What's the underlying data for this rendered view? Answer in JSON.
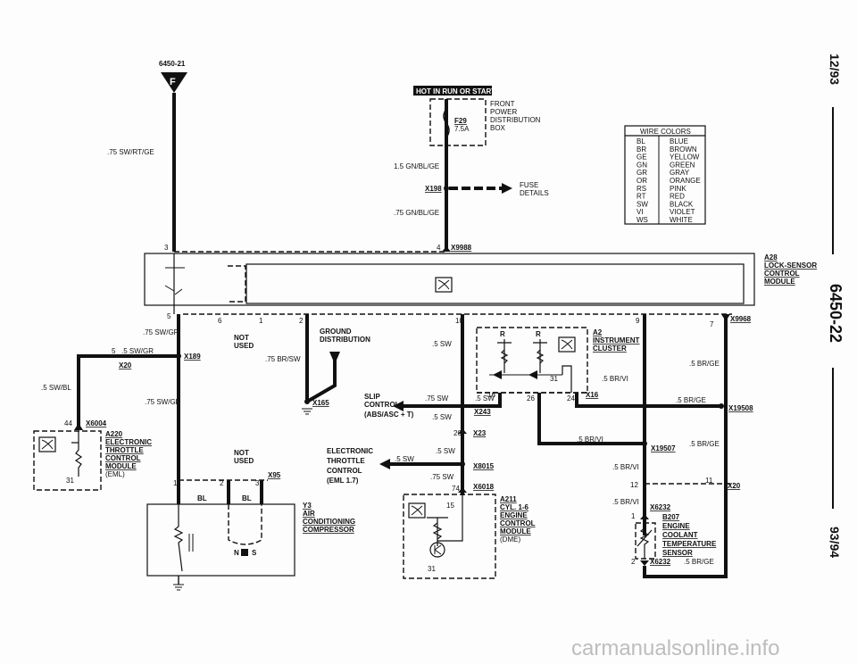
{
  "header": {
    "page_code": "6450-21",
    "flag_letter": "F",
    "hot_banner": "HOT IN RUN OR START",
    "side_date": "12/93",
    "side_page": "6450-22",
    "side_year": "93/94",
    "watermark": "carmanualsonline.info"
  },
  "fuse_box": {
    "fuse_id": "F29",
    "fuse_rating": "7.5A",
    "title_lines": [
      "FRONT",
      "POWER",
      "DISTRIBUTION",
      "BOX"
    ],
    "wire_top": "1.5 GN/BL/GE",
    "connector": "X198",
    "fuse_details": [
      "FUSE",
      "DETAILS"
    ],
    "wire_bottom": ".75 GN/BL/GE"
  },
  "wire_colors": {
    "title": "WIRE COLORS",
    "rows": [
      [
        "BL",
        "BLUE"
      ],
      [
        "BR",
        "BROWN"
      ],
      [
        "GE",
        "YELLOW"
      ],
      [
        "GN",
        "GREEN"
      ],
      [
        "GR",
        "GRAY"
      ],
      [
        "OR",
        "ORANGE"
      ],
      [
        "RS",
        "PINK"
      ],
      [
        "RT",
        "RED"
      ],
      [
        "SW",
        "BLACK"
      ],
      [
        "VI",
        "VIOLET"
      ],
      [
        "WS",
        "WHITE"
      ]
    ]
  },
  "lock_module": {
    "lines": [
      "A28",
      "LOCK-SENSOR",
      "CONTROL",
      "MODULE"
    ],
    "pin3": "3",
    "pin4": "4",
    "conn_top": "X9988",
    "pin5": "5",
    "pin6": "6",
    "pin1": "1",
    "pin2": "2",
    "pin10": "10",
    "pin9": "9",
    "pin7": "7",
    "conn_right": "X9968"
  },
  "wires": {
    "left_top": ".75 SW/RT/GE",
    "swgr_a": ".75 SW/GR",
    "swgr_b": ".5 SW/GR",
    "swgr_c": ".75 SW/GR",
    "swbl": ".5 SW/BL",
    "brsw": ".75 BR/SW",
    "sw_a": ".5 SW",
    "sw_b": ".75 SW",
    "sw_c": ".5 SW",
    "sw_d": ".5 SW",
    "sw_e": ".5 SW",
    "sw_f": ".5 SW",
    "sw_g": ".75 SW",
    "brvi_a": ".5 BR/VI",
    "brvi_b": ".5 BR/VI",
    "brvi_c": ".5 BR/VI",
    "brvi_d": ".5 BR/VI",
    "brge_a": ".5 BR/GE",
    "brge_b": ".5 BR/GE",
    "brge_c": ".5 BR/GE",
    "brge_d": ".5 BR/GE"
  },
  "connectors": {
    "x189": "X189",
    "x20_left": "X20",
    "x6004": "X6004",
    "pin44": "44",
    "pin5b": "5",
    "x165": "X165",
    "x243": "X243",
    "x23": "X23",
    "pin20": "20",
    "x8015": "X8015",
    "x6018": "X6018",
    "pin74": "74",
    "x16": "X16",
    "pin16": "16",
    "pin26": "26",
    "pin24": "24",
    "x19508": "X19508",
    "x19507": "X19507",
    "pin12": "12",
    "pin11": "11",
    "x20_right": "X20",
    "x6232_top": "X6232",
    "x6232_bot": "X6232",
    "pin1b": "1",
    "pin2b": "2",
    "x95": "X95",
    "pin1c": "1",
    "pin2c": "2",
    "pin3c": "3",
    "pin31a": "31",
    "pin31b": "31",
    "pin31c": "31",
    "pin15": "15"
  },
  "components": {
    "ground_dist": [
      "GROUND",
      "DISTRIBUTION"
    ],
    "not_used_a": [
      "NOT",
      "USED"
    ],
    "not_used_b": [
      "NOT",
      "USED"
    ],
    "a220": [
      "A220",
      "ELECTRONIC",
      "THROTTLE",
      "CONTROL",
      "MODULE",
      "(EML)"
    ],
    "slip": [
      "SLIP",
      "CONTROL",
      "(ABS/ASC + T)"
    ],
    "etc": [
      "ELECTRONIC",
      "THROTTLE",
      "CONTROL",
      "(EML 1.7)"
    ],
    "a2": [
      "A2",
      "INSTRUMENT",
      "CLUSTER"
    ],
    "r_a": "R",
    "r_b": "R",
    "a211": [
      "A211",
      "CYL. 1-6",
      "ENGINE",
      "CONTROL",
      "MODULE",
      "(DME)"
    ],
    "y3": [
      "Y3",
      "AIR",
      "CONDITIONING",
      "COMPRESSOR"
    ],
    "bl_a": "BL",
    "bl_b": "BL",
    "ns": "N",
    "ns_s": "S",
    "b207": [
      "B207",
      "ENGINE",
      "COOLANT",
      "TEMPERATURE",
      "SENSOR"
    ]
  }
}
